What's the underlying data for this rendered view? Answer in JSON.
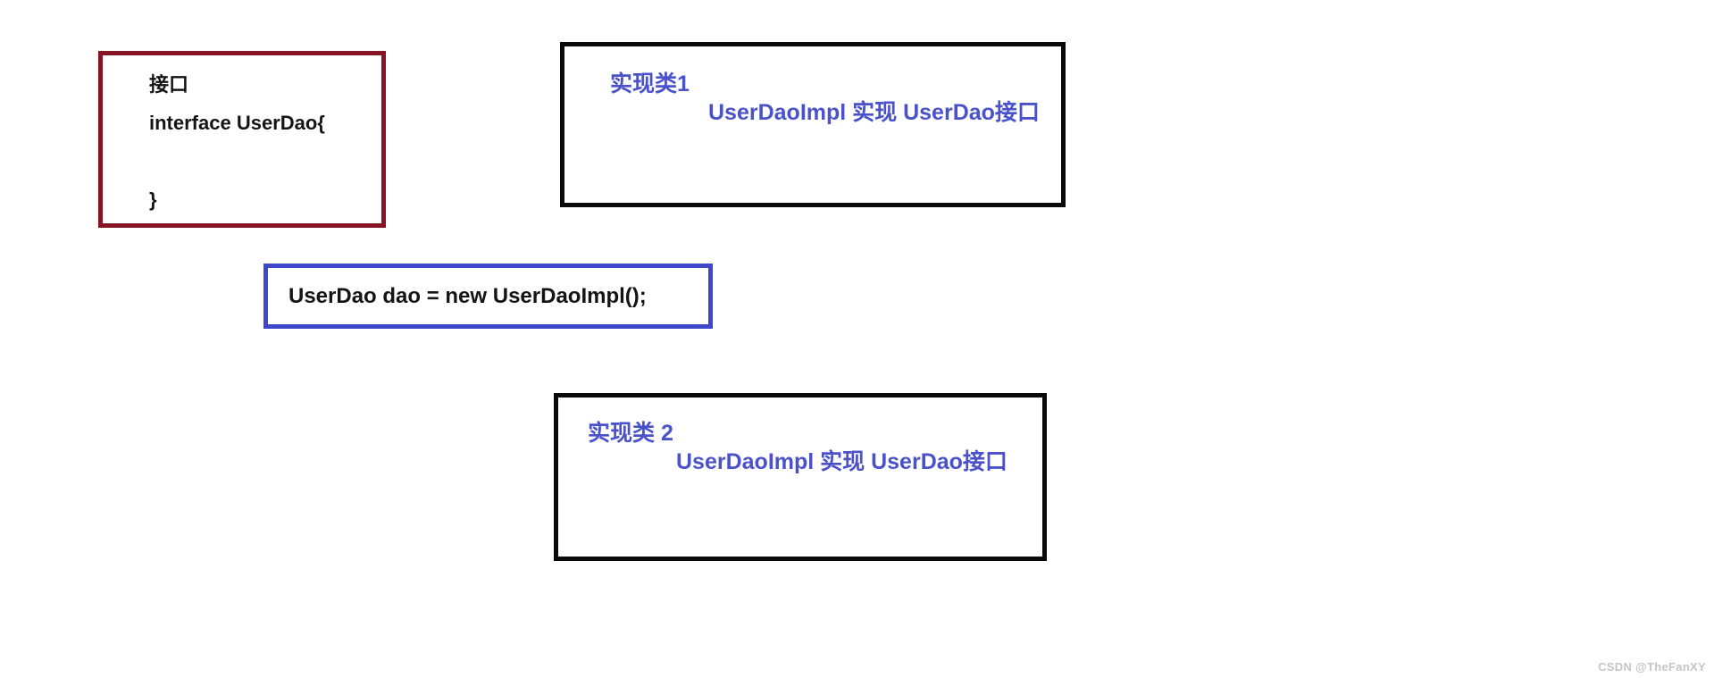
{
  "colors": {
    "interface_border": "#871424",
    "impl_border": "#0a0a0a",
    "code_border": "#3c47ca",
    "blue_text": "#4a52cb",
    "black_text": "#141414",
    "watermark": "#c5c5c9",
    "canvas_bg": "#ffffff"
  },
  "interface_box": {
    "title": "接口",
    "declaration": "interface UserDao{",
    "closing_brace": "}"
  },
  "impl_box_1": {
    "title": "实现类1",
    "description": "UserDaoImpl 实现 UserDao接口"
  },
  "code_box": {
    "code": "UserDao dao = new UserDaoImpl();"
  },
  "impl_box_2": {
    "title": "实现类 2",
    "description": "UserDaoImpl 实现 UserDao接口"
  },
  "watermark": {
    "text": "CSDN @TheFanXY"
  }
}
